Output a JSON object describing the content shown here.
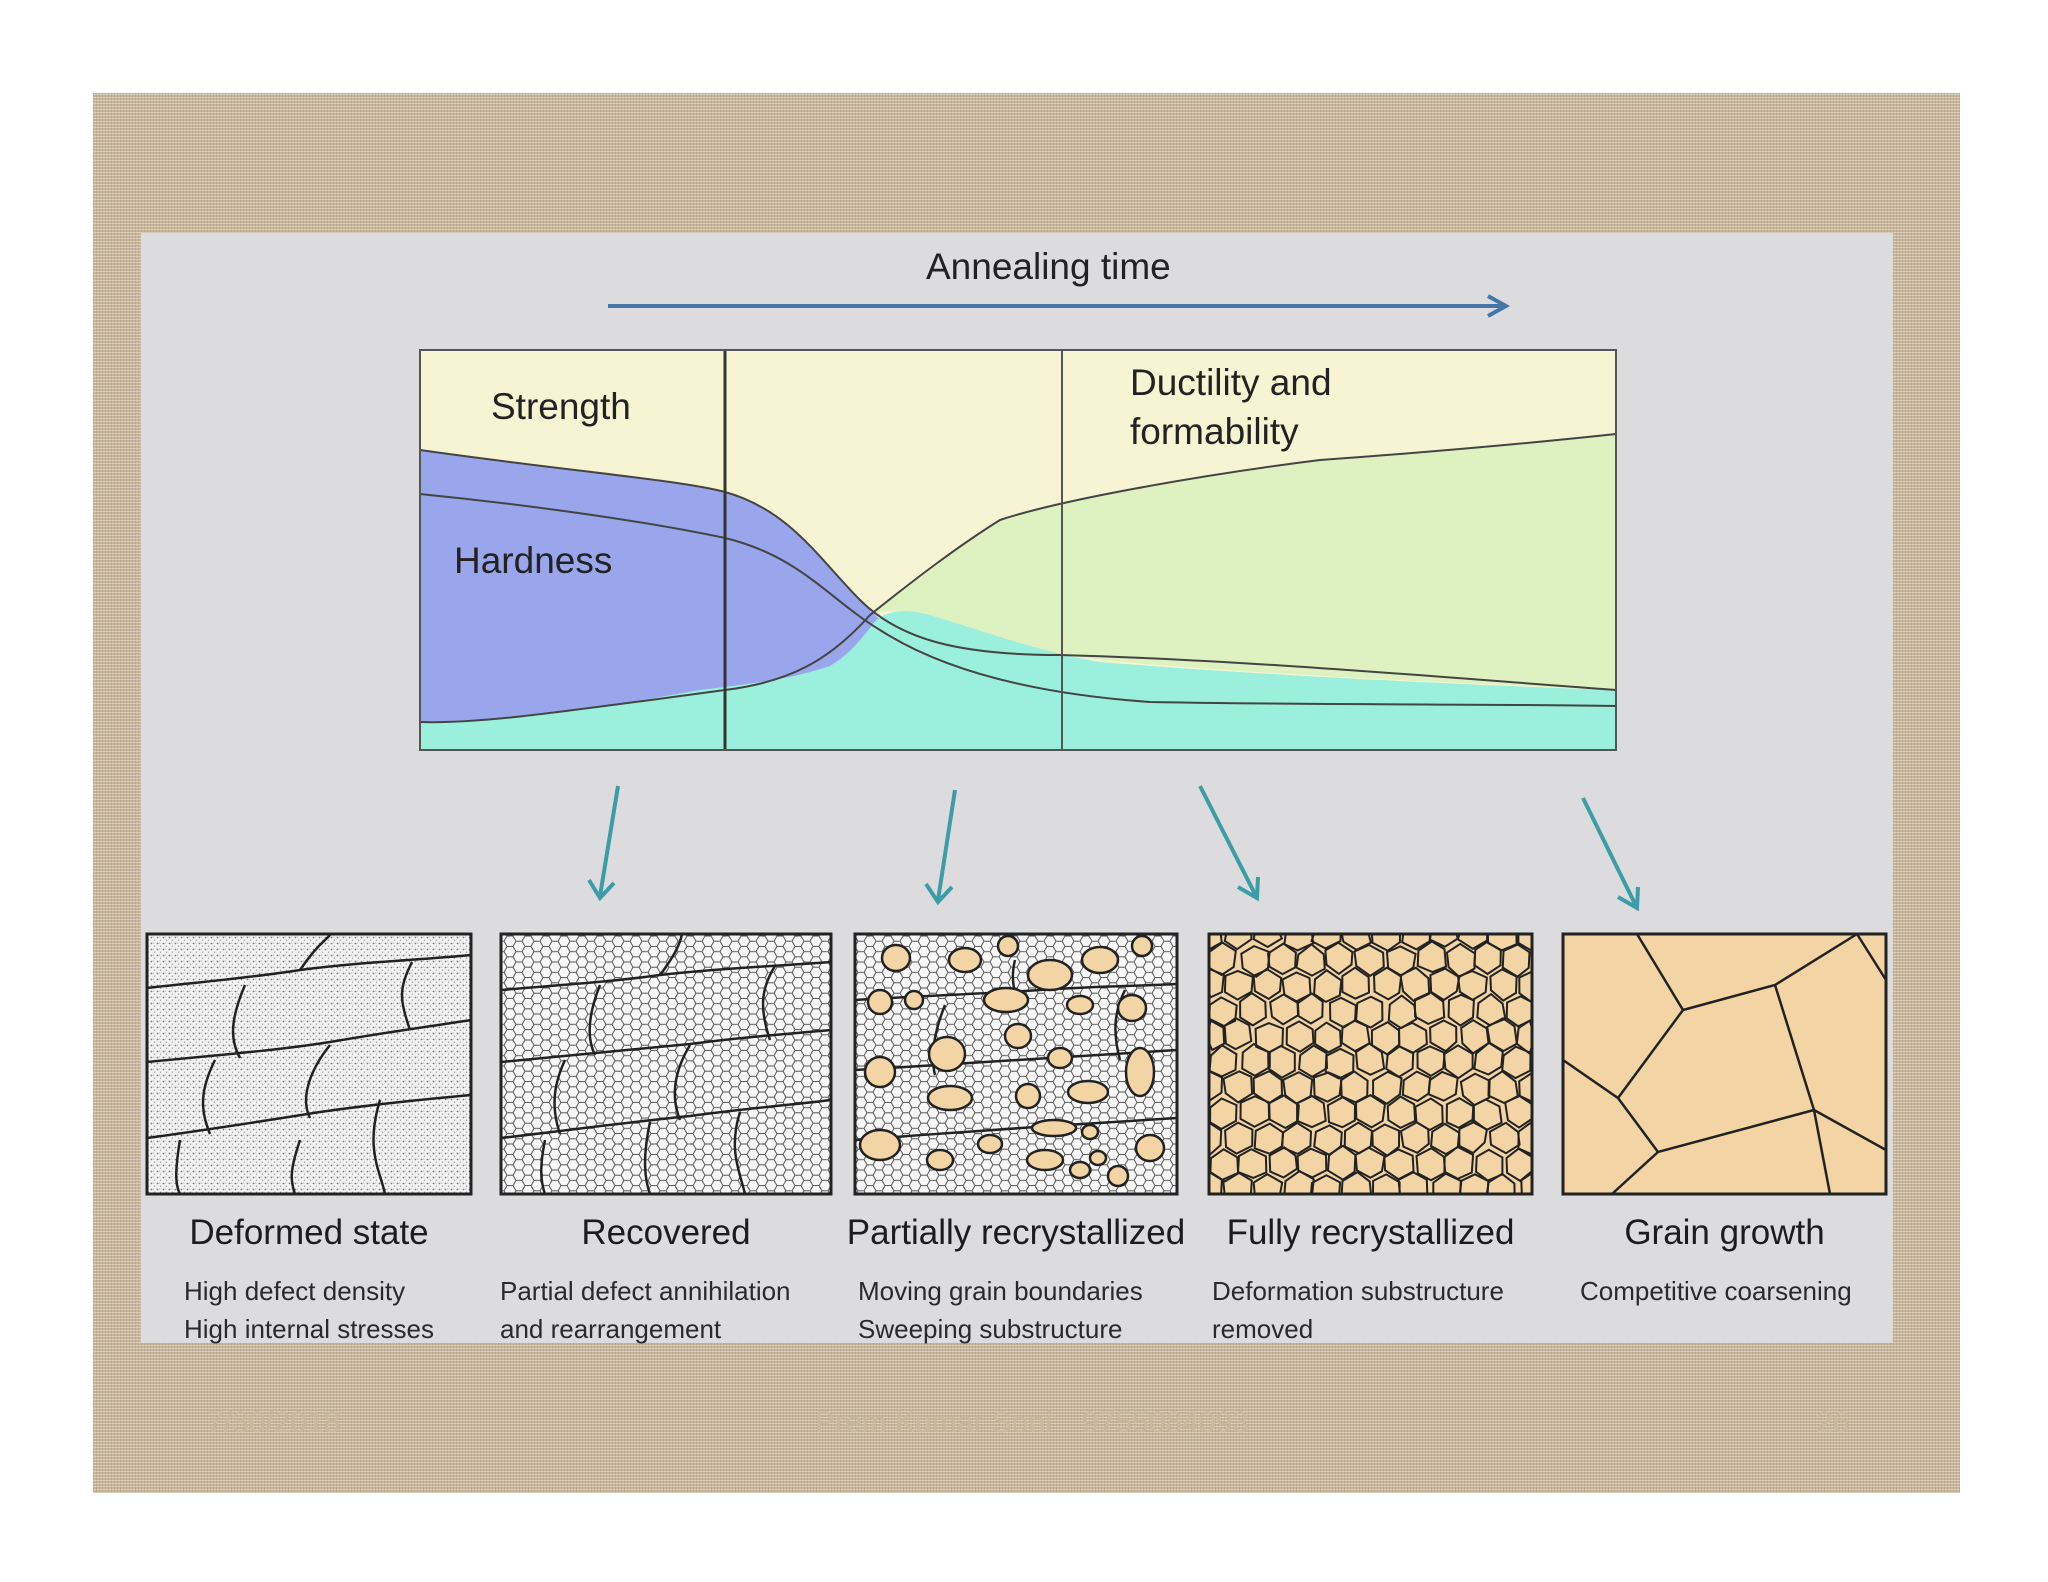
{
  "diagram": {
    "time_axis_label": "Annealing time",
    "curve_labels": {
      "strength": "Strength",
      "hardness": "Hardness",
      "ductility_line1": "Ductility and",
      "ductility_line2": "formability"
    },
    "stages": [
      {
        "title": "Deformed state",
        "desc_line1": "High defect density",
        "desc_line2": "High internal stresses"
      },
      {
        "title": "Recovered",
        "desc_line1": "Partial defect annihilation",
        "desc_line2": "and rearrangement"
      },
      {
        "title": "Partially recrystallized",
        "desc_line1": "Moving grain boundaries",
        "desc_line2": "Sweeping substructure"
      },
      {
        "title": "Fully recrystallized",
        "desc_line1": "Deformation substructure",
        "desc_line2": "removed"
      },
      {
        "title": "Grain growth",
        "desc_line1": "Competitive coarsening",
        "desc_line2": ""
      }
    ],
    "colors": {
      "strength_band": "#9aa6ec",
      "ductility_band": "#ddf2c0",
      "hardness_band": "#9af0dc",
      "background_band": "#f6f4d2",
      "grain_fill": "#f3d4a4",
      "arrow": "#3d9da6",
      "time_arrow": "#4477a8"
    }
  },
  "footer": {
    "date": "7/30/2018",
    "author": "Prem Kumar Soni",
    "phone": "9755084093",
    "page": "26"
  }
}
